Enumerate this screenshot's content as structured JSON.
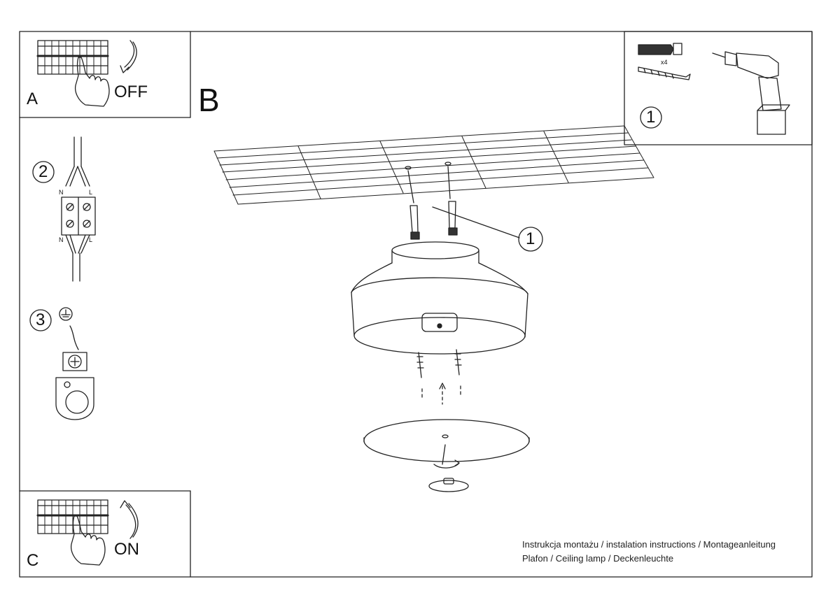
{
  "panels": {
    "a": {
      "letter": "A",
      "switch_text": "OFF"
    },
    "b": {
      "letter": "B"
    },
    "c": {
      "letter": "C",
      "switch_text": "ON"
    }
  },
  "steps": {
    "wiring": "2",
    "earth": "3",
    "tools": "1",
    "callout": "1",
    "plug_count": "x4"
  },
  "terminal_labels": {
    "neutral": "N",
    "live": "L"
  },
  "footer": {
    "line1": "Instrukcja montażu / instalation instructions / Montageanleitung",
    "line2": "Plafon / Ceiling lamp / Deckenleuchte"
  },
  "icons": [
    "breaker-panel-icon",
    "hand-icon",
    "switch-arrow-icon",
    "wall-plug-icon",
    "screw-icon",
    "drill-icon",
    "terminal-block-icon",
    "earth-symbol-icon",
    "ceiling-grid-icon",
    "lamp-shade-icon",
    "diffuser-disc-icon",
    "cap-icon"
  ]
}
